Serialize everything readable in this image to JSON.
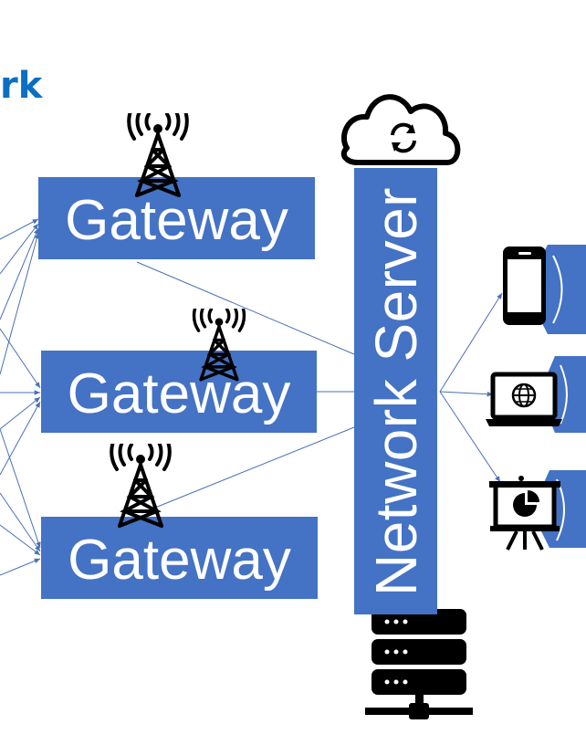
{
  "title_fragment": "rk",
  "gateways": [
    {
      "label": "Gateway"
    },
    {
      "label": "Gateway"
    },
    {
      "label": "Gateway"
    }
  ],
  "network_server": {
    "label": "Network Server"
  },
  "icons": {
    "towers": [
      "radio-tower-icon",
      "radio-tower-icon",
      "radio-tower-icon"
    ],
    "cloud": "cloud-sync-icon",
    "server": "server-rack-icon",
    "devices": [
      "smartphone-icon",
      "laptop-globe-icon",
      "presentation-chart-icon"
    ]
  },
  "colors": {
    "box_fill": "#4472c4",
    "box_text": "#ffffff",
    "connector": "#4a6fb5",
    "title": "#0a6fc2",
    "icon": "#000000"
  }
}
